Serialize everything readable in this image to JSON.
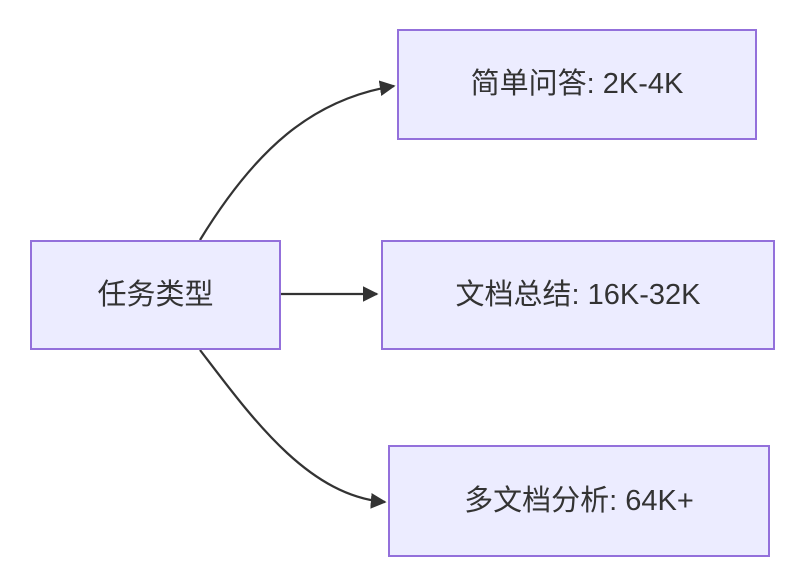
{
  "diagram": {
    "type": "flowchart",
    "direction": "left-to-right",
    "colors": {
      "background": "#ffffff",
      "node_fill": "#ECECFF",
      "node_border": "#9370DB",
      "edge_color": "#333333",
      "text_color": "#333333"
    },
    "root": {
      "id": "task-type",
      "label": "任务类型"
    },
    "branches": [
      {
        "id": "simple-qa",
        "label": "简单问答: 2K-4K"
      },
      {
        "id": "doc-summary",
        "label": "文档总结: 16K-32K"
      },
      {
        "id": "multi-doc",
        "label": "多文档分析: 64K+"
      }
    ],
    "edges": [
      {
        "from": "任务类型",
        "to": "简单问答: 2K-4K",
        "arrow": "filled-triangle"
      },
      {
        "from": "任务类型",
        "to": "文档总结: 16K-32K",
        "arrow": "filled-triangle"
      },
      {
        "from": "任务类型",
        "to": "多文档分析: 64K+",
        "arrow": "filled-triangle"
      }
    ]
  }
}
